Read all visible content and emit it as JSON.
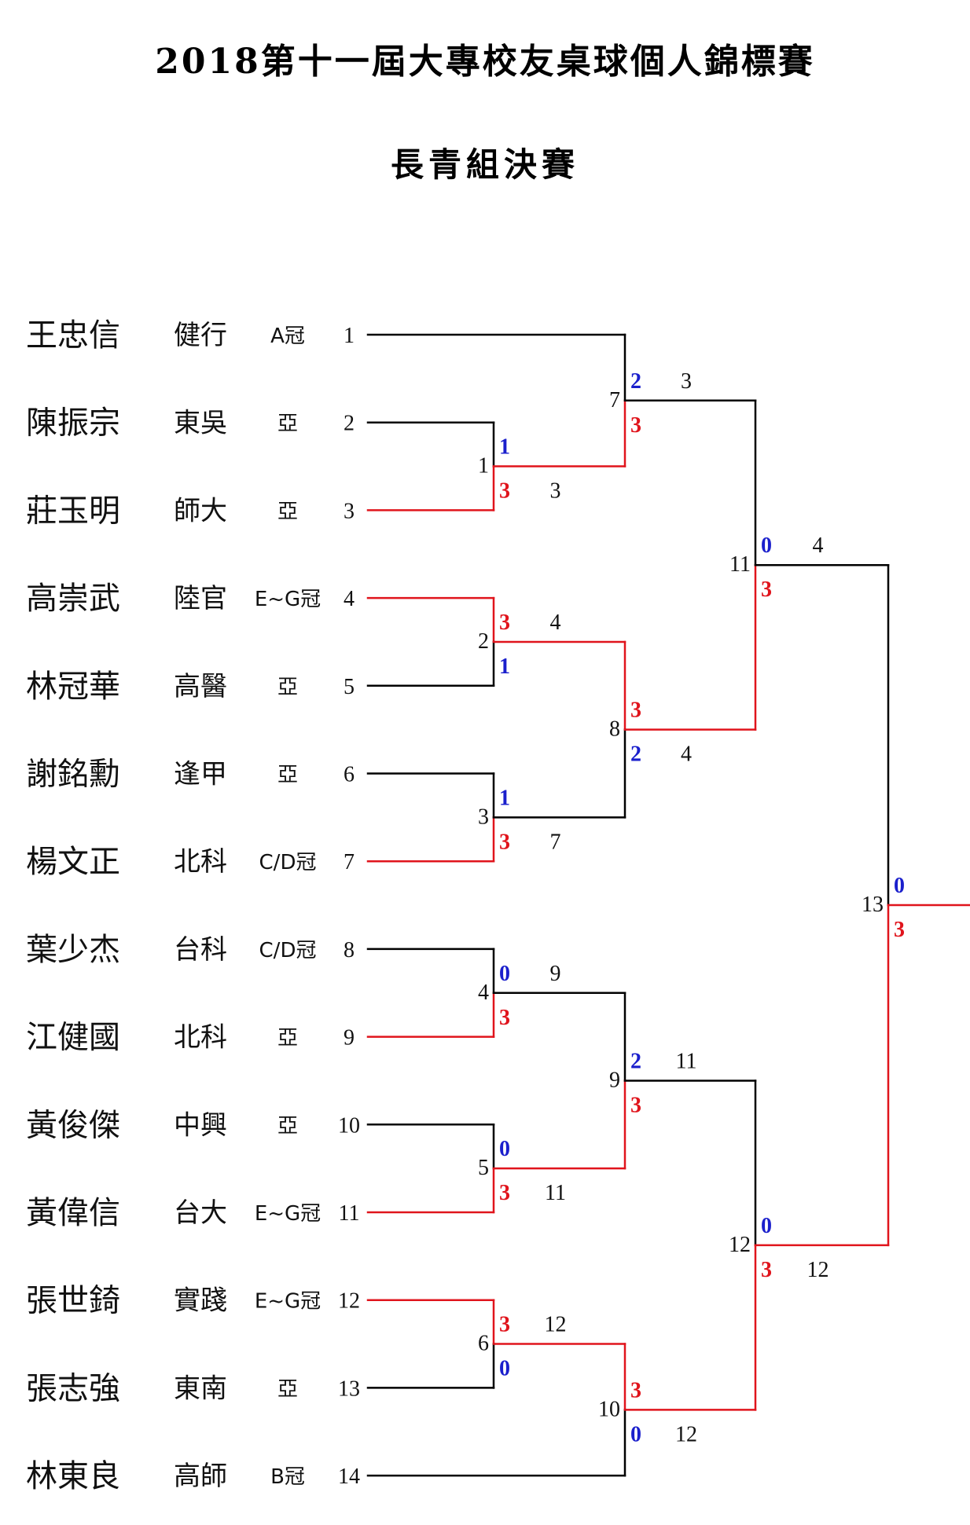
{
  "title": "2018第十一屆大專校友桌球個人錦標賽",
  "subtitle": "長青組決賽",
  "colors": {
    "winner": "#e0141c",
    "loser_score": "#1a1fcc",
    "line": "#000000"
  },
  "players": [
    {
      "seed": "1",
      "name": "王忠信",
      "school": "健行",
      "rank": "A冠"
    },
    {
      "seed": "2",
      "name": "陳振宗",
      "school": "東吳",
      "rank": "亞"
    },
    {
      "seed": "3",
      "name": "莊玉明",
      "school": "師大",
      "rank": "亞"
    },
    {
      "seed": "4",
      "name": "高崇武",
      "school": "陸官",
      "rank": "E~G冠"
    },
    {
      "seed": "5",
      "name": "林冠華",
      "school": "高醫",
      "rank": "亞"
    },
    {
      "seed": "6",
      "name": "謝銘勳",
      "school": "逢甲",
      "rank": "亞"
    },
    {
      "seed": "7",
      "name": "楊文正",
      "school": "北科",
      "rank": "C/D冠"
    },
    {
      "seed": "8",
      "name": "葉少杰",
      "school": "台科",
      "rank": "C/D冠"
    },
    {
      "seed": "9",
      "name": "江健國",
      "school": "北科",
      "rank": "亞"
    },
    {
      "seed": "10",
      "name": "黃俊傑",
      "school": "中興",
      "rank": "亞"
    },
    {
      "seed": "11",
      "name": "黃偉信",
      "school": "台大",
      "rank": "E~G冠"
    },
    {
      "seed": "12",
      "name": "張世錡",
      "school": "實踐",
      "rank": "E~G冠"
    },
    {
      "seed": "13",
      "name": "張志強",
      "school": "東南",
      "rank": "亞"
    },
    {
      "seed": "14",
      "name": "林東良",
      "school": "高師",
      "rank": "B冠"
    }
  ],
  "matches": [
    {
      "number": "1",
      "top": "2",
      "bottom": "3",
      "top_score": "1",
      "bottom_score": "3",
      "winner": "bottom",
      "winner_seed": "3"
    },
    {
      "number": "2",
      "top": "4",
      "bottom": "5",
      "top_score": "3",
      "bottom_score": "1",
      "winner": "top",
      "winner_seed": "4"
    },
    {
      "number": "3",
      "top": "6",
      "bottom": "7",
      "top_score": "1",
      "bottom_score": "3",
      "winner": "bottom",
      "winner_seed": "7"
    },
    {
      "number": "4",
      "top": "8",
      "bottom": "9",
      "top_score": "0",
      "bottom_score": "3",
      "winner": "bottom",
      "winner_seed": "9"
    },
    {
      "number": "5",
      "top": "10",
      "bottom": "11",
      "top_score": "0",
      "bottom_score": "3",
      "winner": "bottom",
      "winner_seed": "11"
    },
    {
      "number": "6",
      "top": "12",
      "bottom": "13",
      "top_score": "3",
      "bottom_score": "0",
      "winner": "top",
      "winner_seed": "12"
    },
    {
      "number": "7",
      "top": "1",
      "bottom": "M1",
      "top_score": "2",
      "bottom_score": "3",
      "winner": "bottom",
      "winner_seed": "3"
    },
    {
      "number": "8",
      "top": "M2",
      "bottom": "M3",
      "top_score": "3",
      "bottom_score": "2",
      "winner": "top",
      "winner_seed": "4"
    },
    {
      "number": "9",
      "top": "M4",
      "bottom": "M5",
      "top_score": "2",
      "bottom_score": "3",
      "winner": "bottom",
      "winner_seed": "11"
    },
    {
      "number": "10",
      "top": "M6",
      "bottom": "14",
      "top_score": "3",
      "bottom_score": "0",
      "winner": "top",
      "winner_seed": "12"
    },
    {
      "number": "11",
      "top": "M7",
      "bottom": "M8",
      "top_score": "0",
      "bottom_score": "3",
      "winner": "bottom",
      "winner_seed": "4"
    },
    {
      "number": "12",
      "top": "M9",
      "bottom": "M10",
      "top_score": "0",
      "bottom_score": "3",
      "winner": "bottom",
      "winner_seed": "12"
    },
    {
      "number": "13",
      "top": "M11",
      "bottom": "M12",
      "top_score": "0",
      "bottom_score": "3",
      "winner": "bottom"
    }
  ]
}
